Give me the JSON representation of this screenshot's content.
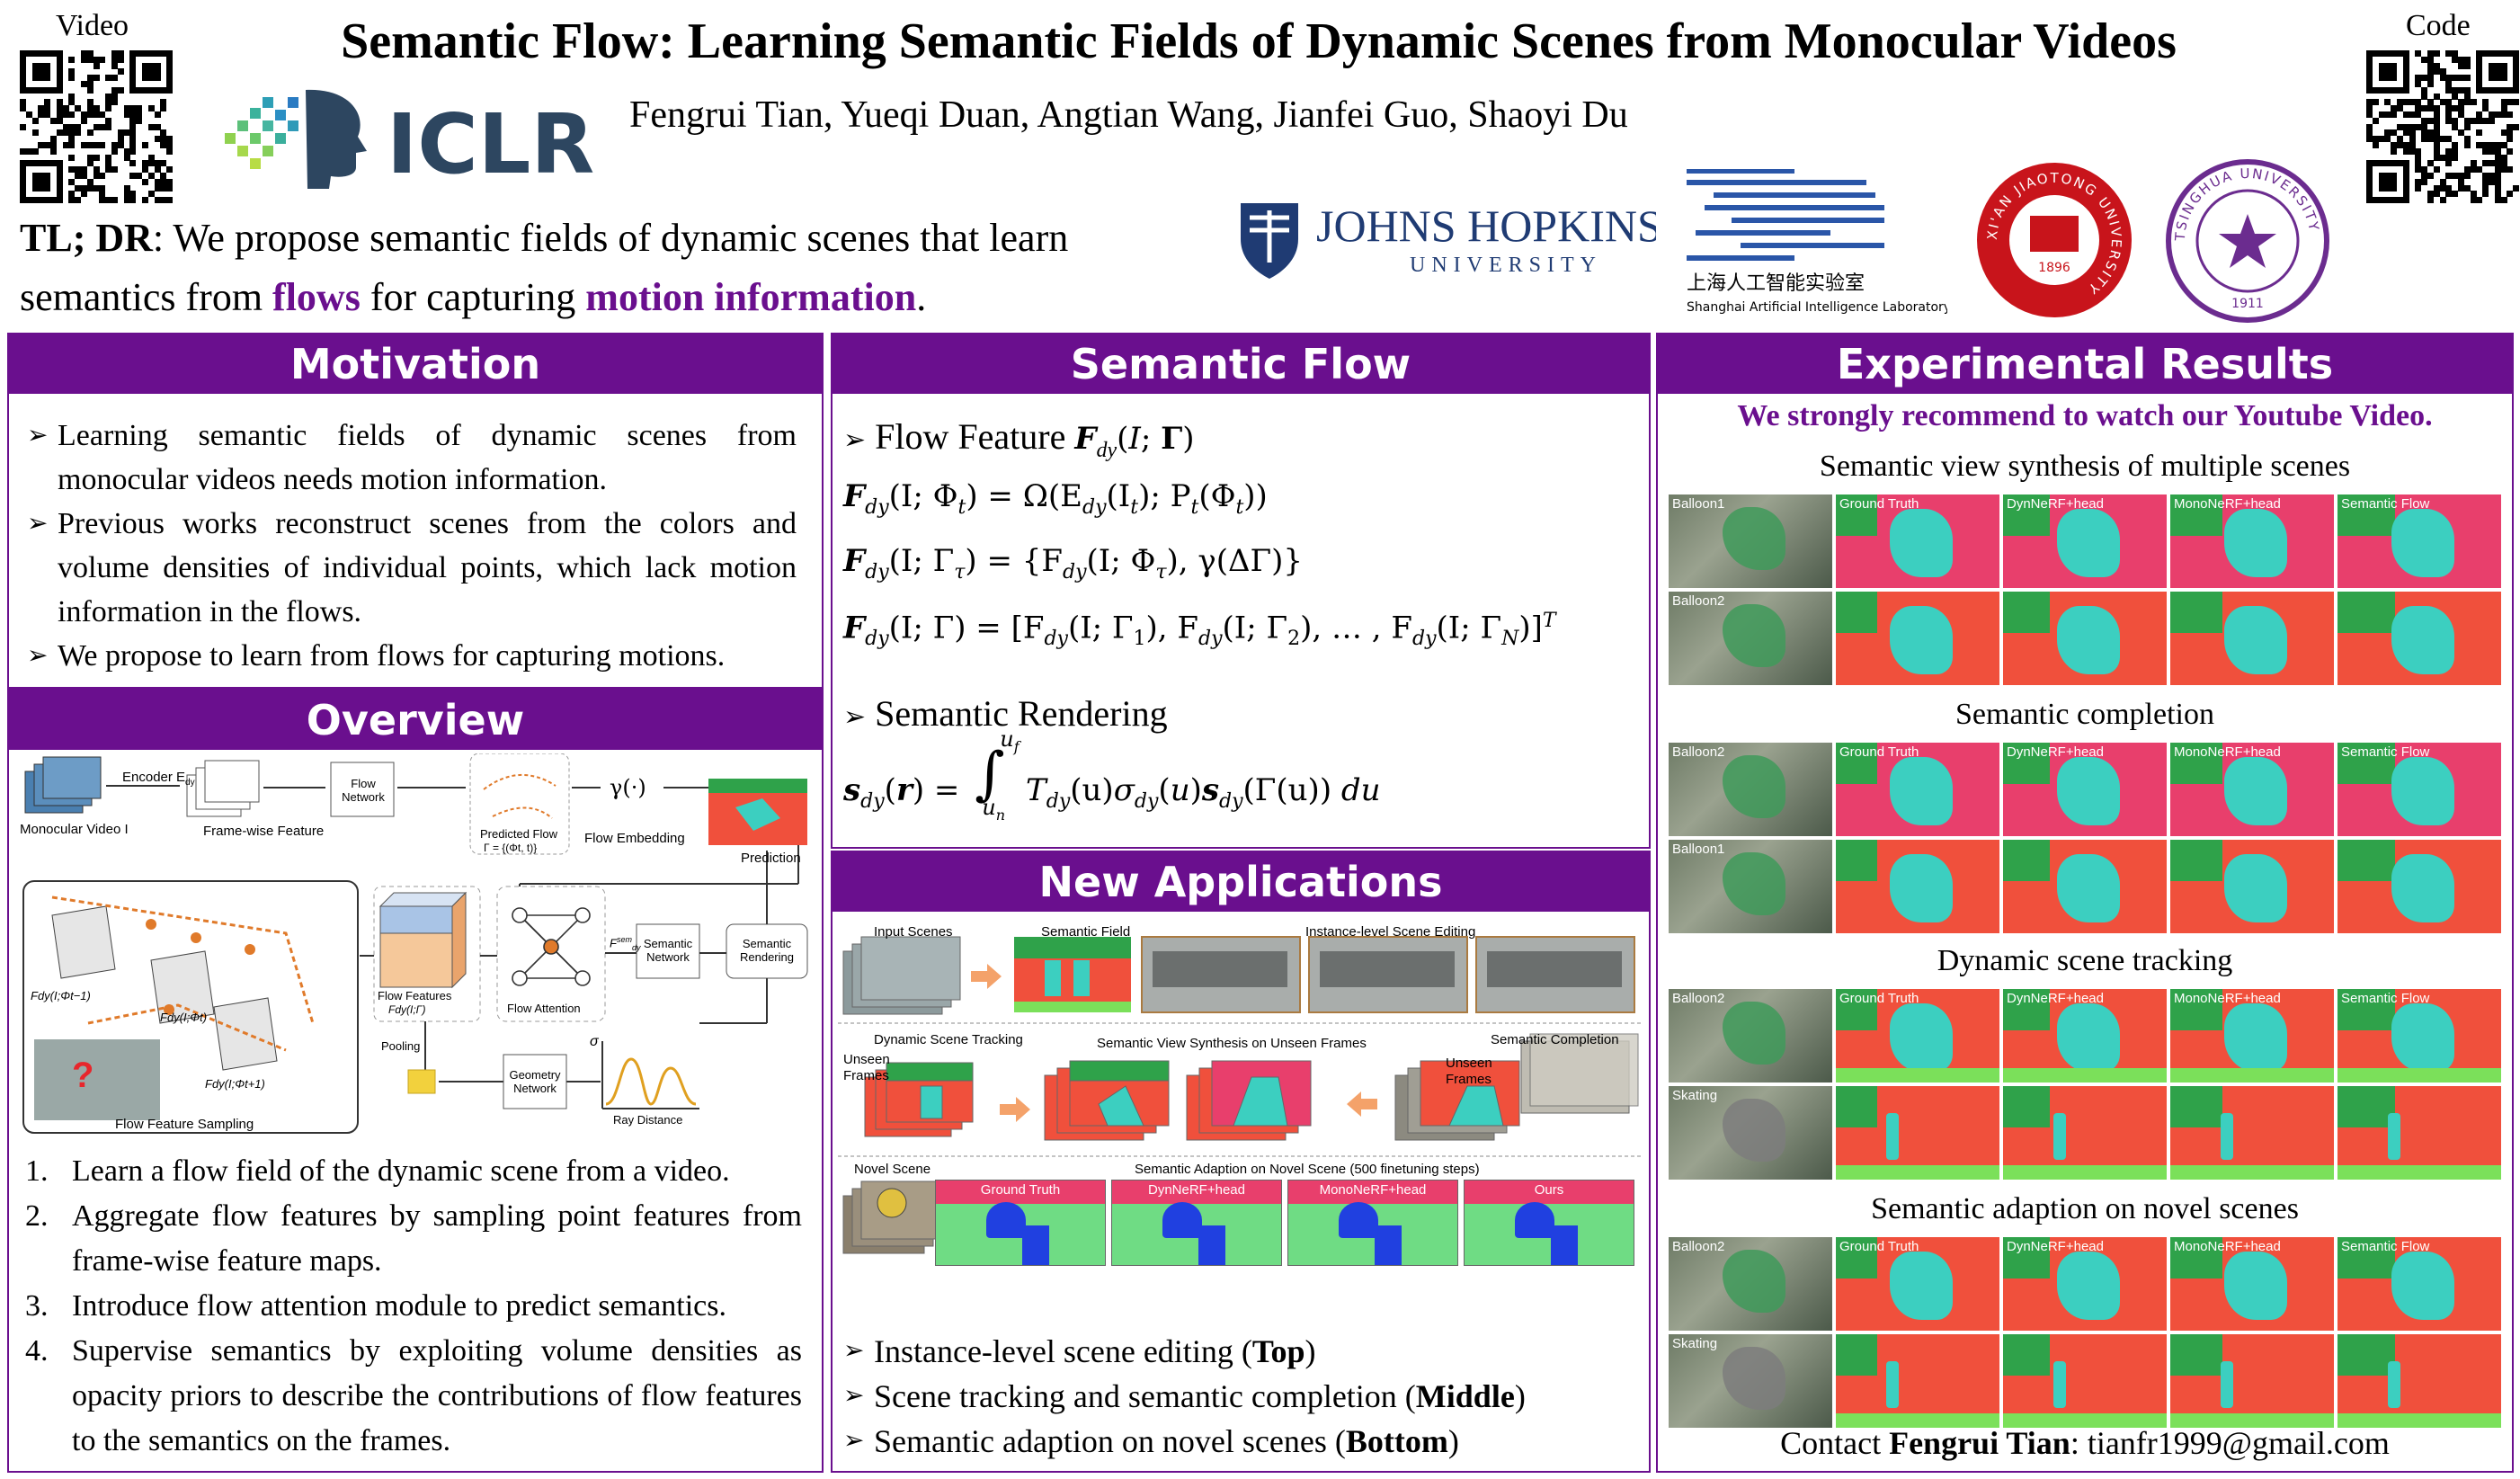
{
  "header": {
    "video_label": "Video",
    "code_label": "Code",
    "title": "Semantic Flow: Learning Semantic Fields of Dynamic Scenes from Monocular Videos",
    "authors": "Fengrui Tian, Yueqi Duan, Angtian Wang, Jianfei Guo, Shaoyi Du",
    "conference": "ICLR",
    "tldr_lead": "TL; DR",
    "tldr_text_1": ": We propose semantic fields of dynamic scenes that learn semantics from ",
    "tldr_flows": "flows",
    "tldr_text_2": " for capturing ",
    "tldr_motion": "motion information",
    "tldr_end": ".",
    "institutions": {
      "jhu_main": "JOHNS HOPKINS",
      "jhu_sub": "UNIVERSITY",
      "shlab_cn": "上海人工智能实验室",
      "shlab_en": "Shanghai Artificial Intelligence Laboratory",
      "xjtu_ring": "XI'AN JIAOTONG UNIVERSITY",
      "xjtu_year": "1896",
      "tsinghua_ring": "TSINGHUA UNIVERSITY",
      "tsinghua_year": "1911"
    }
  },
  "motivation": {
    "heading": "Motivation",
    "bullets": [
      "Learning semantic fields of dynamic scenes from monocular videos needs motion information.",
      "Previous works reconstruct scenes from the colors and volume densities of individual points, which lack motion information in the flows.",
      "We propose to learn from flows for capturing motions."
    ]
  },
  "overview": {
    "heading": "Overview",
    "steps": [
      "Learn a flow field of the dynamic scene from a video.",
      "Aggregate flow features by sampling point features from frame-wise feature maps.",
      "Introduce flow attention module to predict semantics.",
      "Supervise semantics by exploiting volume densities as opacity priors to describe the contributions of flow features to the semantics on the frames."
    ],
    "step_numbers": [
      "1.",
      "2.",
      "3.",
      "4."
    ],
    "diagram": {
      "monocular_video": "Monocular Video I",
      "encoder": "Encoder E",
      "encoder_sub": "dy",
      "framewise": "Frame-wise Feature",
      "flow_network": "Flow Network",
      "predicted_flow": "Predicted Flow",
      "predicted_flow_sub": "Γ = {(Φt, t)}",
      "gamma": "γ(·)",
      "flow_embedding": "Flow Embedding",
      "prediction": "Prediction",
      "flow_features": "Flow Features",
      "flow_features_sub": "Fdy(I;Γ)",
      "flow_attention": "Flow Attention",
      "semantic_network": "Semantic Network",
      "semantic_rendering": "Semantic Rendering",
      "geometry_network": "Geometry Network",
      "pooling": "Pooling",
      "ray_distance": "Ray Distance",
      "sigma": "σ",
      "flow_feature_sampling": "Flow Feature Sampling",
      "f_sem": "F",
      "f_sem_sup": "sem",
      "f_sem_sub": "dy",
      "f1": "Fdy(I;Φt−1)",
      "f2": "Fdy(I;Φt)",
      "f3": "Fdy(I;Φt+1)",
      "qmark": "?"
    }
  },
  "semantic_flow": {
    "heading": "Semantic Flow",
    "item1_label": "Flow Feature",
    "item1_math": "F_dy(I; Γ)",
    "eq1_lhs": "F",
    "eq1_lhs_sub": "dy",
    "eq1_args": "(I; Φ",
    "eq1_rhs": "= Ω(E",
    "eq1_tail": "(I",
    "eq1_tail2": "); P",
    "eq1_tail3": "(Φ",
    "eq1_end": "))",
    "eq2_args": "(I; Γ",
    "eq2_sub": "τ",
    "eq2_rhs": "= {F",
    "eq2_rhs_args": "(I; Φ",
    "eq2_rhs_end": "), γ(ΔΓ)}",
    "eq3_args": "(I; Γ)",
    "eq3_rhs": "= [F",
    "eq3_a1": "(I; Γ",
    "eq3_s1": "1",
    "eq3_a2": "), F",
    "eq3_a3": "(I; Γ",
    "eq3_s2": "2",
    "eq3_dots": "), … , F",
    "eq3_a4": "(I; Γ",
    "eq3_sN": "N",
    "eq3_end": ")]",
    "eq3_T": "T",
    "sub_t": "t",
    "item2_label": "Semantic Rendering",
    "eq4_lhs": "s",
    "eq4_args": "(r) =",
    "eq4_upper": "u",
    "eq4_upper_sub": "f",
    "eq4_lower": "u",
    "eq4_lower_sub": "n",
    "eq4_integrand_T": "T",
    "eq4_u": "(u)",
    "eq4_sigma": "σ",
    "eq4_s": "s",
    "eq4_gamma": "(Γ(u))",
    "eq4_du": "du",
    "integral": "∫"
  },
  "new_applications": {
    "heading": "New Applications",
    "fig": {
      "input_scenes": "Input Scenes",
      "semantic_field": "Semantic Field",
      "instance_editing": "Instance-level Scene Editing",
      "dynamic_tracking": "Dynamic Scene Tracking",
      "unseen_frames": "Unseen Frames",
      "synthesis_unseen": "Semantic View Synthesis on Unseen Frames",
      "semantic_completion": "Semantic Completion",
      "unseen_frames_2": "Unseen Frames",
      "novel_scene": "Novel Scene",
      "adaption_title": "Semantic Adaption on Novel Scene (500 finetuning steps)",
      "col_gt": "Ground Truth",
      "col_dyn": "DynNeRF+head",
      "col_mono": "MonoNeRF+head",
      "col_ours": "Ours"
    },
    "bullets": [
      {
        "text": "Instance-level scene editing (",
        "bold": "Top",
        "end": ")"
      },
      {
        "text": "Scene tracking and semantic completion (",
        "bold": "Middle",
        "end": ")"
      },
      {
        "text": "Semantic adaption on novel scenes (",
        "bold": "Bottom",
        "end": ")"
      }
    ]
  },
  "experimental_results": {
    "heading": "Experimental Results",
    "recommend": "We strongly recommend to watch our Youtube Video.",
    "col_labels": [
      "Ground Truth",
      "DynNeRF+head",
      "MonoNeRF+head",
      "Semantic Flow"
    ],
    "sections": [
      {
        "caption": "Semantic view synthesis of multiple scenes",
        "rows": [
          "Balloon1",
          "Balloon2"
        ]
      },
      {
        "caption": "Semantic completion",
        "rows": [
          "Balloon2",
          "Balloon1"
        ]
      },
      {
        "caption": "Dynamic scene tracking",
        "rows": [
          "Balloon2",
          "Skating"
        ]
      },
      {
        "caption": "Semantic adaption on novel scenes",
        "rows": [
          "Balloon2",
          "Skating"
        ]
      }
    ],
    "contact_prefix": "Contact ",
    "contact_name": "Fengrui Tian",
    "contact_sep": ": ",
    "contact_email": "tianfr1999@gmail.com"
  },
  "colors": {
    "accent_purple": "#6a0f8e",
    "seg_red": "#f0503c",
    "seg_pink": "#e83f6c",
    "seg_teal": "#3ccfc0",
    "seg_green": "#2fa24a",
    "seg_lime": "#7be05a"
  }
}
